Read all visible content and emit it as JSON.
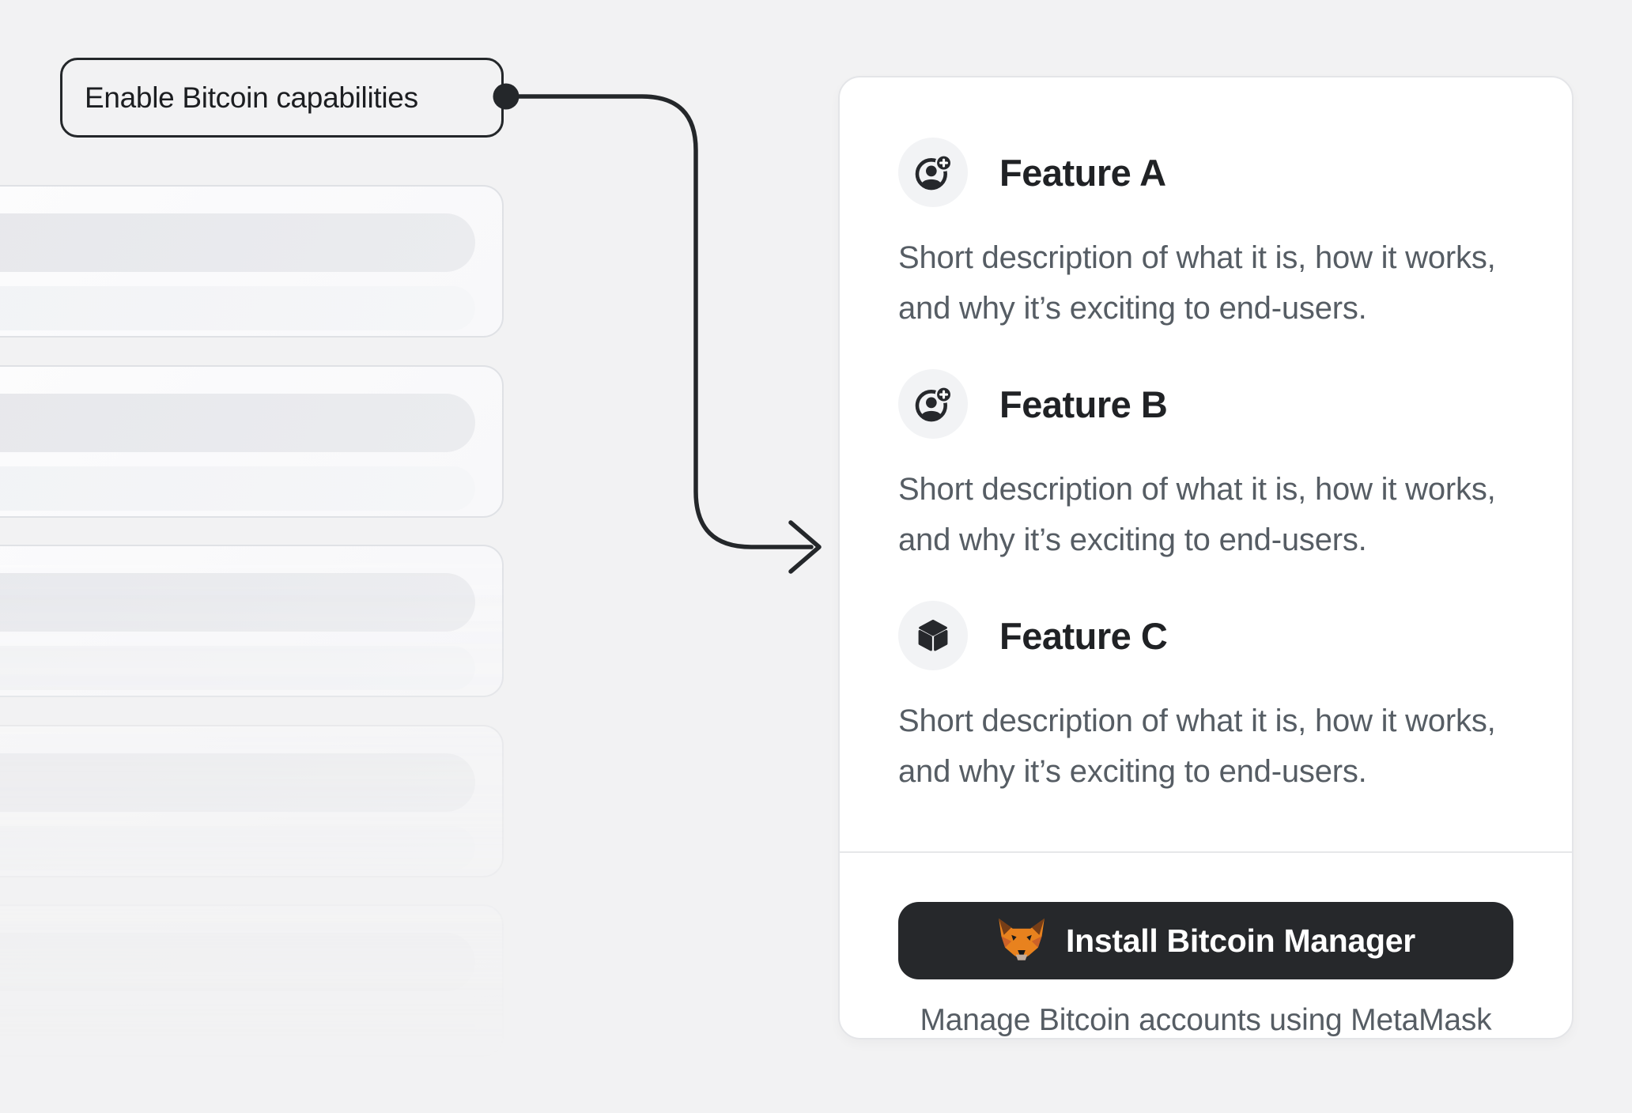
{
  "callout": {
    "label": "Enable Bitcoin capabilities"
  },
  "panel": {
    "features": [
      {
        "title": "Feature A",
        "icon": "user-add-icon",
        "description": "Short description of what it is, how it works, and why it’s exciting to end-users."
      },
      {
        "title": "Feature B",
        "icon": "user-add-icon",
        "description": "Short description of what it is, how it works, and why it’s exciting to end-users."
      },
      {
        "title": "Feature C",
        "icon": "cube-icon",
        "description": "Short description of what it is, how it works, and why it’s exciting to end-users."
      }
    ],
    "install_button": {
      "label": "Install Bitcoin Manager",
      "icon": "metamask-fox-icon"
    },
    "caption": "Manage Bitcoin accounts using MetaMask"
  },
  "colors": {
    "ink": "#24272a",
    "page_background": "#f2f2f3",
    "panel_background": "#ffffff",
    "heading_text": "#202225",
    "body_text": "#565d64",
    "button_background": "#26282b",
    "button_text": "#ffffff",
    "icon_circle_background": "#f2f3f5",
    "fox_orange": "#e8821e"
  }
}
